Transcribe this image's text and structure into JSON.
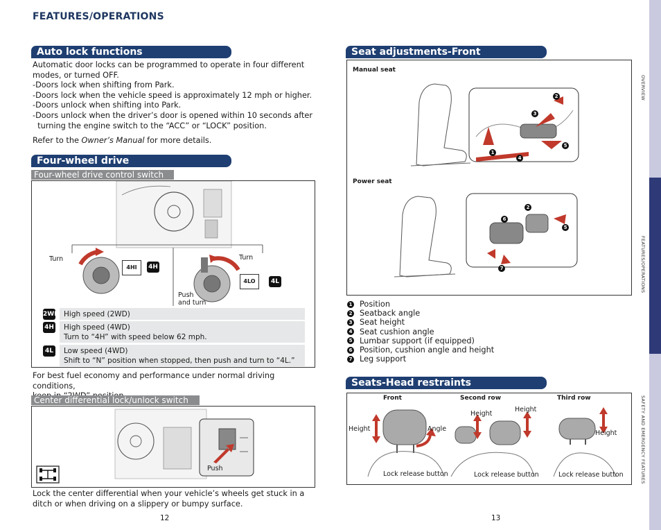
{
  "header": "FEATURES/OPERATIONS",
  "left": {
    "auto_lock": {
      "title": "Auto lock functions",
      "lines": [
        "Automatic door locks can be programmed to operate in four different",
        "modes, or turned OFF.",
        "-Doors lock when shifting from Park.",
        "-Doors lock when the vehicle speed is approximately 12 mph or higher.",
        "-Doors unlock when shifting into Park.",
        "-Doors unlock when the driver’s door is opened within 10 seconds after",
        "  turning the engine switch to the “ACC” or “LOCK” position."
      ],
      "refer_prefix": "Refer to the ",
      "refer_italic": "Owner’s Manual",
      "refer_suffix": " for more details."
    },
    "four_wheel": {
      "title": "Four-wheel drive",
      "switch_label": "Four-wheel drive control switch",
      "turn_left": "Turn",
      "turn_right": "Turn",
      "push_and_turn_1": "Push",
      "push_and_turn_2": "and turn",
      "icon_4hi": "4HI",
      "icon_4h": "4H",
      "icon_4lo": "4LO",
      "icon_4l": "4L",
      "rows": [
        {
          "badge": "2WD",
          "line1": "High speed (2WD)",
          "line2": ""
        },
        {
          "badge": "4H",
          "line1": "High speed (4WD)",
          "line2": "Turn to “4H” with speed below 62 mph."
        },
        {
          "badge": "4L",
          "line1": "Low speed (4WD)",
          "line2": "Shift to “N” position when stopped, then push and turn to “4L.”"
        }
      ],
      "note": [
        "For best fuel economy and performance under normal driving conditions,",
        "keep in “2WD” position."
      ]
    },
    "center_diff": {
      "label": "Center differential lock/unlock switch",
      "push": "Push",
      "text": [
        "Lock the center differential when your vehicle’s wheels get stuck in a",
        "ditch or when driving on a slippery or bumpy surface."
      ]
    },
    "page_number": "12"
  },
  "right": {
    "seat_adj": {
      "title": "Seat adjustments-Front",
      "manual_seat": "Manual seat",
      "power_seat": "Power seat",
      "legend": [
        {
          "n": "1",
          "text": "Position"
        },
        {
          "n": "2",
          "text": "Seatback angle"
        },
        {
          "n": "3",
          "text": "Seat height"
        },
        {
          "n": "4",
          "text": "Seat cushion angle"
        },
        {
          "n": "5",
          "text": "Lumbar support (if equipped)"
        },
        {
          "n": "6",
          "text": "Position, cushion angle and height"
        },
        {
          "n": "7",
          "text": "Leg support"
        }
      ]
    },
    "head_restraints": {
      "title": "Seats-Head restraints",
      "front": "Front",
      "second_row": "Second row",
      "third_row": "Third row",
      "height": "Height",
      "angle": "Angle",
      "lock_release": "Lock release button"
    },
    "page_number": "13"
  },
  "side_tabs": {
    "overview": "OVERVIEW",
    "features": "FEATURES/OPERATIONS",
    "safety": "SAFETY AND EMERGENCY FEATURES"
  },
  "colors": {
    "title_bar": "#1f3f72",
    "sub_bar": "#8a8c8e",
    "side_tab_light": "#c9c9e0",
    "side_tab_dark": "#2e3a78",
    "arrow_red": "#c0392b"
  }
}
